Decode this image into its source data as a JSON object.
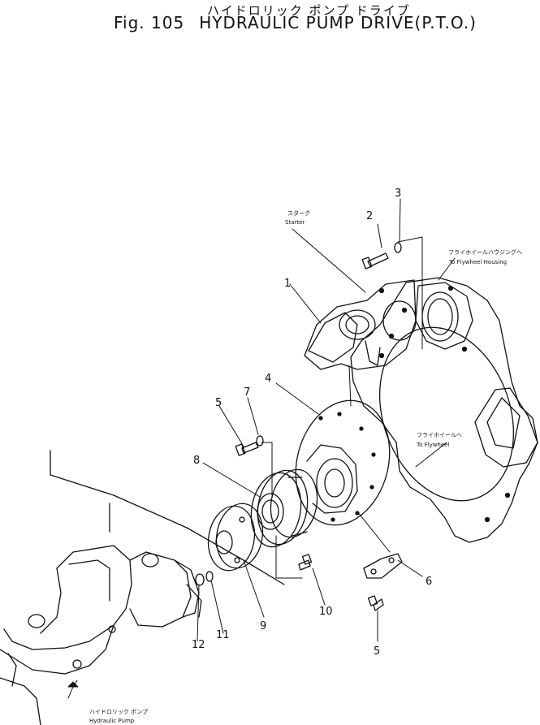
{
  "header": {
    "title_jp": "ハイドロリック ポンプ ドライブ",
    "fig_label": "Fig. 105",
    "title": "HYDRAULIC PUMP DRIVE(P.T.O.)"
  },
  "callouts": {
    "starter_jp": "スターク",
    "starter_en": "Starter",
    "flywheel_housing_jp": "フライホイールハウジングへ",
    "flywheel_housing_en": "To Flywheel Housing",
    "flywheel_jp": "フライホイールへ",
    "flywheel_en": "To Flywheel",
    "pump_jp": "ハイドロリック ポンプ",
    "pump_en": "Hydraulic Pump"
  },
  "part_numbers": {
    "p1": "1",
    "p2": "2",
    "p3": "3",
    "p4": "4",
    "p5a": "5",
    "p5b": "5",
    "p6": "6",
    "p7": "7",
    "p8": "8",
    "p9": "9",
    "p10": "10",
    "p11": "11",
    "p12": "12"
  },
  "colors": {
    "ink": "#111111",
    "paper": "#ffffff"
  }
}
